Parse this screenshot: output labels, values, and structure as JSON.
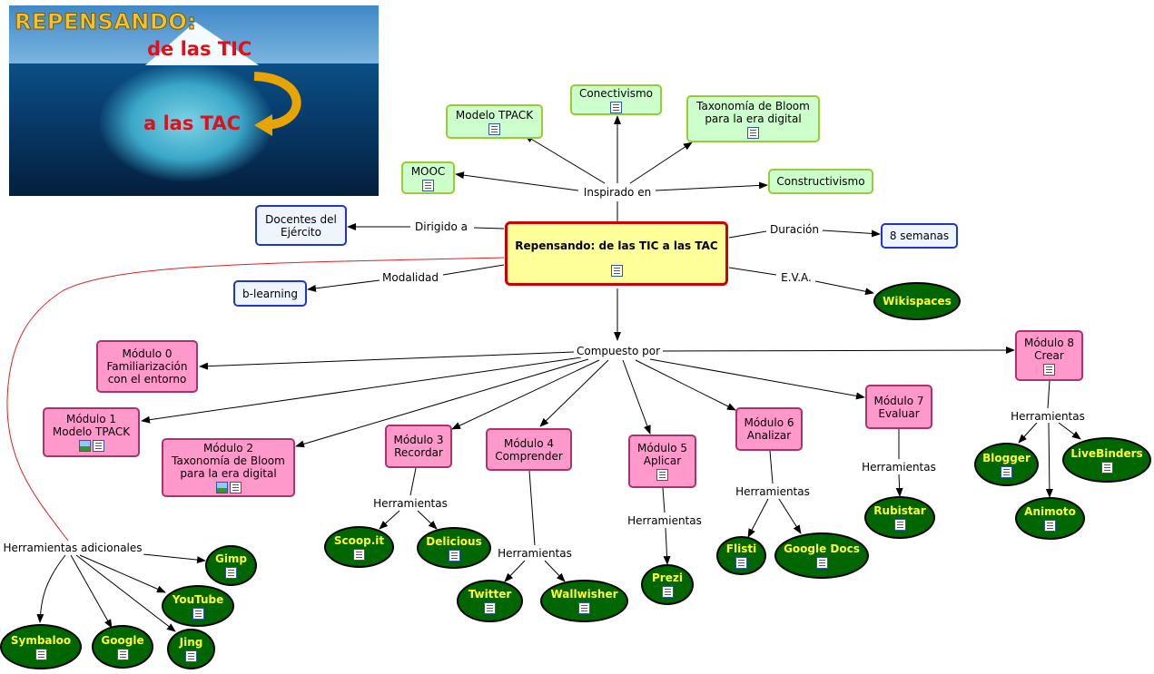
{
  "banner": {
    "line1": "REPENSANDO:",
    "line2": "de las TIC",
    "line3": "a las TAC"
  },
  "nodes": {
    "main": "Repensando: de las TIC a las TAC",
    "tpack": "Modelo TPACK",
    "conectivismo": "Conectivismo",
    "bloom": "Taxonomía de Bloom\npara la era digital",
    "mooc": "MOOC",
    "constructivismo": "Constructivismo",
    "docentes": "Docentes del\nEjército",
    "semanas": "8 semanas",
    "blearning": "b-learning",
    "wikispaces": "Wikispaces",
    "m0": "Módulo 0\nFamiliarización\ncon el entorno",
    "m1": "Módulo 1\nModelo TPACK",
    "m2": "Módulo 2\nTaxonomía de Bloom\npara la era digital",
    "m3": "Módulo 3\nRecordar",
    "m4": "Módulo 4\nComprender",
    "m5": "Módulo 5\nAplicar",
    "m6": "Módulo 6\nAnalizar",
    "m7": "Módulo 7\nEvaluar",
    "m8": "Módulo 8\nCrear",
    "scoopit": "Scoop.it",
    "delicious": "Delicious",
    "twitter": "Twitter",
    "wallwisher": "Wallwisher",
    "prezi": "Prezi",
    "flisti": "Flisti",
    "googledocs": "Google Docs",
    "rubistar": "Rubistar",
    "blogger": "Blogger",
    "livebinders": "LiveBinders",
    "animoto": "Animoto",
    "gimp": "Gimp",
    "youtube": "YouTube",
    "symbaloo": "Symbaloo",
    "google": "Google",
    "jing": "Jing"
  },
  "labels": {
    "inspirado": "Inspirado en",
    "dirigido": "Dirigido a",
    "duracion": "Duración",
    "modalidad": "Modalidad",
    "eva": "E.V.A.",
    "compuesto": "Compuesto por",
    "herr3": "Herramientas",
    "herr4": "Herramientas",
    "herr5": "Herramientas",
    "herr6": "Herramientas",
    "herr7": "Herramientas",
    "herr8": "Herramientas",
    "adicionales": "Herramientas adicionales"
  },
  "colors": {
    "concept_green_fill": "#ccffcc",
    "concept_green_border": "#99cc33",
    "module_pink_fill": "#ff99cc",
    "main_yellow_fill": "#ffff99",
    "main_red_border": "#cc0000",
    "tool_green_fill": "#006600",
    "tool_text_yellow": "#ffff33"
  }
}
